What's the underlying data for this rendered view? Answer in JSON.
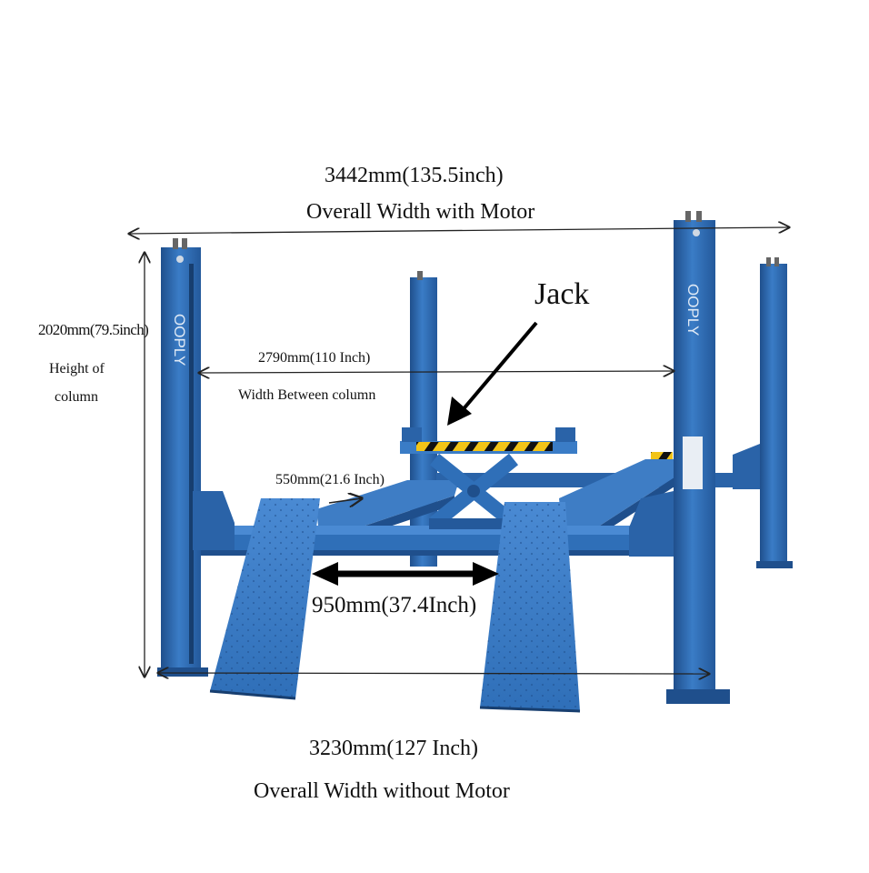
{
  "annotations": {
    "overall_with_motor_value": "3442mm(135.5inch)",
    "overall_with_motor_label": "Overall Width with Motor",
    "column_height_value": "2020mm(79.5inch)",
    "column_height_label_1": "Height of",
    "column_height_label_2": "column",
    "between_column_value": "2790mm(110 Inch)",
    "between_column_label": "Width Between column",
    "jack_label": "Jack",
    "platform_width_value": "550mm(21.6 Inch)",
    "ramp_gap_value": "950mm(37.4Inch)",
    "overall_without_motor_value": "3230mm(127 Inch)",
    "overall_without_motor_label": "Overall Width without Motor"
  },
  "branding": {
    "column_logo_text": "OOPLY"
  },
  "colors": {
    "lift_blue": "#2f6fb8",
    "lift_blue_dark": "#1f4f8c",
    "lift_blue_light": "#4a8ad3",
    "hazard_yellow": "#f2c418",
    "hazard_black": "#111111",
    "dimension_line": "#222222"
  }
}
